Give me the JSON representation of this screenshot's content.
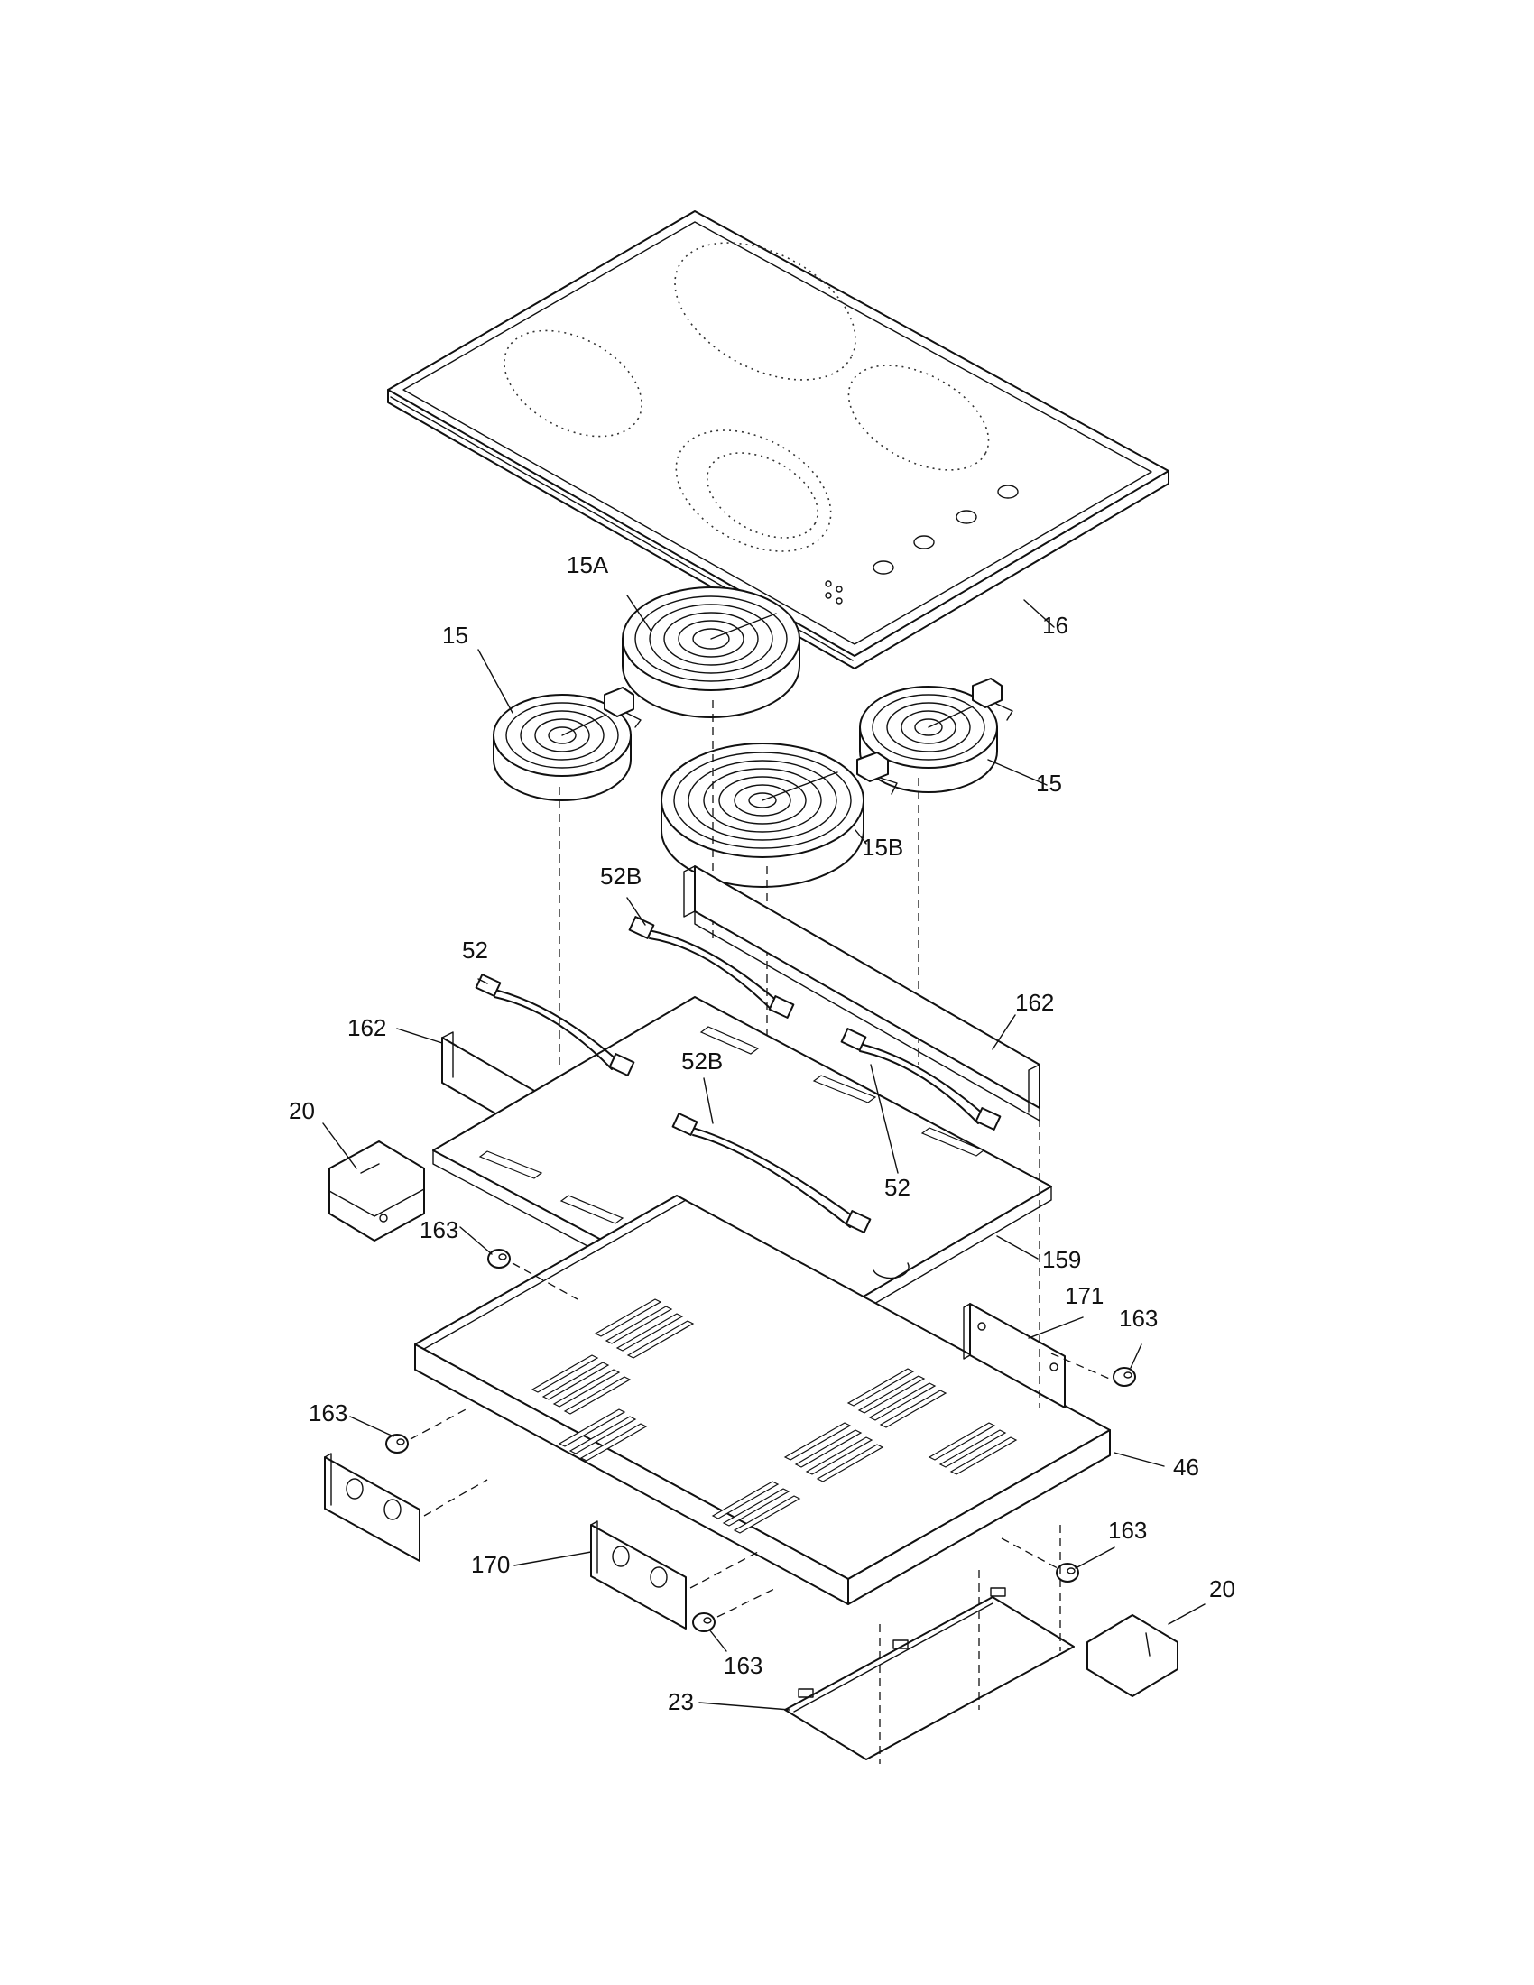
{
  "callouts": [
    {
      "id": "16",
      "text": "16"
    },
    {
      "id": "15a",
      "text": "15A"
    },
    {
      "id": "15-left",
      "text": "15"
    },
    {
      "id": "15-right",
      "text": "15"
    },
    {
      "id": "15b",
      "text": "15B"
    },
    {
      "id": "52b-top",
      "text": "52B"
    },
    {
      "id": "52-left",
      "text": "52"
    },
    {
      "id": "52b-mid",
      "text": "52B"
    },
    {
      "id": "52-right",
      "text": "52"
    },
    {
      "id": "162-left",
      "text": "162"
    },
    {
      "id": "162-right",
      "text": "162"
    },
    {
      "id": "20-left",
      "text": "20"
    },
    {
      "id": "20-right",
      "text": "20"
    },
    {
      "id": "163-a",
      "text": "163"
    },
    {
      "id": "163-b",
      "text": "163"
    },
    {
      "id": "163-c",
      "text": "163"
    },
    {
      "id": "163-d",
      "text": "163"
    },
    {
      "id": "163-e",
      "text": "163"
    },
    {
      "id": "159",
      "text": "159"
    },
    {
      "id": "171",
      "text": "171"
    },
    {
      "id": "46",
      "text": "46"
    },
    {
      "id": "170",
      "text": "170"
    },
    {
      "id": "23",
      "text": "23"
    }
  ]
}
